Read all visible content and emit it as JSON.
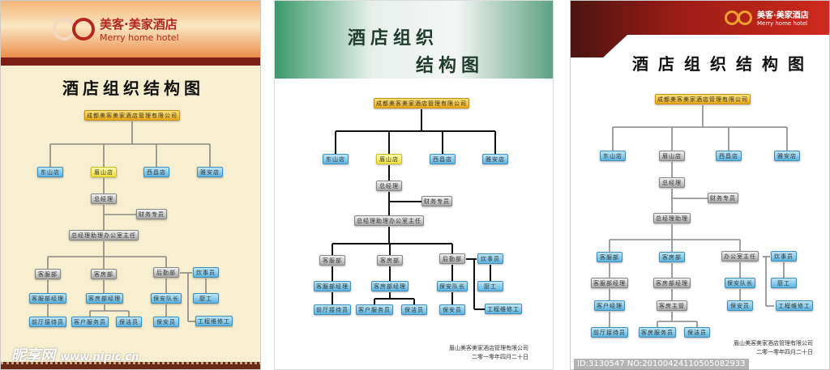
{
  "brand": {
    "cn": "美客·美家酒店",
    "en": "Merry home hotel"
  },
  "title": "酒店组织结构图",
  "title2": {
    "line1": "酒店组织",
    "line2": "结构图"
  },
  "footer": {
    "company": "眉山美客美家酒店管理有限公司",
    "date": "二零一零年四月二十日"
  },
  "watermark": {
    "site_cn": "昵享网",
    "site_url": "www.nipic.cn",
    "id": "ID:3130547 NO:20100424110505082933"
  },
  "colors": {
    "gold": "#e8a818",
    "blue": "#5db4df",
    "gray": "#a8a8a8",
    "yellow": "#f0e040",
    "brand": "#b3271f"
  },
  "panels": [
    {
      "nodes": [
        {
          "label": "成都美客美家酒店管理有限公司",
          "style": "gold"
        },
        {
          "label": "东山店",
          "style": "blue"
        },
        {
          "label": "眉山店",
          "style": "yellow"
        },
        {
          "label": "西昌店",
          "style": "blue"
        },
        {
          "label": "雅安店",
          "style": "blue"
        },
        {
          "label": "总经理",
          "style": "gray"
        },
        {
          "label": "财务专员",
          "style": "gray"
        },
        {
          "label": "总经理助理办公室主任",
          "style": "gray"
        },
        {
          "label": "客服部",
          "style": "gray"
        },
        {
          "label": "客房部",
          "style": "gray"
        },
        {
          "label": "后勤部",
          "style": "gray"
        },
        {
          "label": "炊事员",
          "style": "blue"
        },
        {
          "label": "客服部经理",
          "style": "blue"
        },
        {
          "label": "客房部经理",
          "style": "blue"
        },
        {
          "label": "保安队长",
          "style": "blue"
        },
        {
          "label": "厨工",
          "style": "blue"
        },
        {
          "label": "前厅接待员",
          "style": "blue"
        },
        {
          "label": "客户服务员",
          "style": "blue"
        },
        {
          "label": "保洁员",
          "style": "blue"
        },
        {
          "label": "保安员",
          "style": "blue"
        },
        {
          "label": "工程维修工",
          "style": "blue"
        }
      ]
    },
    {
      "nodes": [
        {
          "label": "成都美客美家酒店管理有限公司",
          "style": "gold"
        },
        {
          "label": "东山店",
          "style": "blue"
        },
        {
          "label": "眉山店",
          "style": "yellow"
        },
        {
          "label": "西昌店",
          "style": "blue"
        },
        {
          "label": "雅安店",
          "style": "blue"
        },
        {
          "label": "总经理",
          "style": "gray"
        },
        {
          "label": "财务专员",
          "style": "gray"
        },
        {
          "label": "总经理助理办公室主任",
          "style": "gray"
        },
        {
          "label": "客服部",
          "style": "gray"
        },
        {
          "label": "客房部",
          "style": "gray"
        },
        {
          "label": "后勤部",
          "style": "gray"
        },
        {
          "label": "炊事员",
          "style": "blue"
        },
        {
          "label": "客服部经理",
          "style": "blue"
        },
        {
          "label": "客房部经理",
          "style": "blue"
        },
        {
          "label": "保安队长",
          "style": "blue"
        },
        {
          "label": "厨工",
          "style": "blue"
        },
        {
          "label": "前厅接待员",
          "style": "blue"
        },
        {
          "label": "客户服务员",
          "style": "blue"
        },
        {
          "label": "保洁员",
          "style": "blue"
        },
        {
          "label": "保安员",
          "style": "blue"
        },
        {
          "label": "工程维修工",
          "style": "blue"
        }
      ]
    },
    {
      "nodes": [
        {
          "label": "成都美客美家酒店管理有限公司",
          "style": "gold"
        },
        {
          "label": "东山店",
          "style": "blue"
        },
        {
          "label": "眉山店",
          "style": "gray"
        },
        {
          "label": "西昌店",
          "style": "blue"
        },
        {
          "label": "雅安店",
          "style": "blue"
        },
        {
          "label": "总经理",
          "style": "gray"
        },
        {
          "label": "财务专员",
          "style": "gray"
        },
        {
          "label": "总经理助理",
          "style": "gray"
        },
        {
          "label": "客服部",
          "style": "blue"
        },
        {
          "label": "客房部",
          "style": "blue"
        },
        {
          "label": "办公室主任",
          "style": "gray"
        },
        {
          "label": "炊事员",
          "style": "blue"
        },
        {
          "label": "客服部经理",
          "style": "gray"
        },
        {
          "label": "客房部经理",
          "style": "gray"
        },
        {
          "label": "保安队长",
          "style": "blue"
        },
        {
          "label": "厨工",
          "style": "blue"
        },
        {
          "label": "客户经理",
          "style": "blue"
        },
        {
          "label": "客房主管",
          "style": "gray"
        },
        {
          "label": "保安员",
          "style": "blue"
        },
        {
          "label": "工程维修工",
          "style": "blue"
        },
        {
          "label": "前厅接待员",
          "style": "blue"
        },
        {
          "label": "客房服务员",
          "style": "blue"
        },
        {
          "label": "保洁员",
          "style": "blue"
        }
      ]
    }
  ]
}
